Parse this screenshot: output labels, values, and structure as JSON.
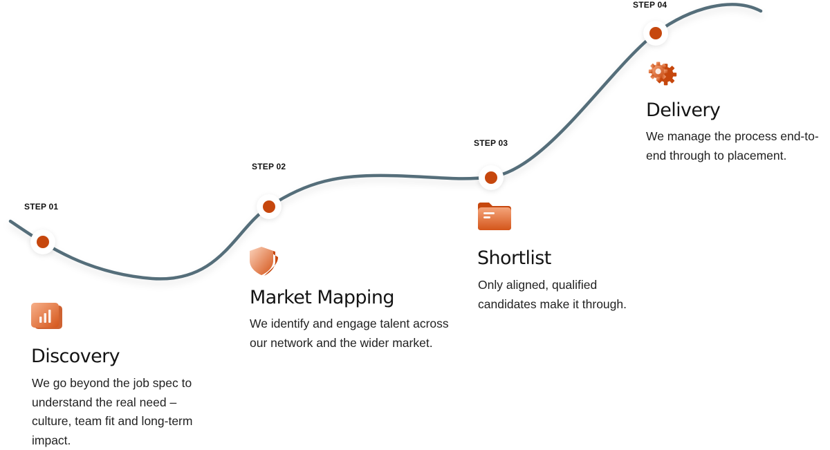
{
  "steps": [
    {
      "label": "STEP 01",
      "title": "Discovery",
      "description": "We go beyond the job spec to understand the real need – culture, team fit and long-term impact.",
      "icon": "bar-chart-icon"
    },
    {
      "label": "STEP 02",
      "title": "Market Mapping",
      "description": "We identify and engage talent across our network and the wider market.",
      "icon": "shield-icon"
    },
    {
      "label": "STEP 03",
      "title": "Shortlist",
      "description": "Only aligned, qualified candidates make it through.",
      "icon": "folder-icon"
    },
    {
      "label": "STEP 04",
      "title": "Delivery",
      "description": "We manage the process end-to-end through to placement.",
      "icon": "gear-icon"
    }
  ],
  "colors": {
    "path": "#546e7a",
    "accent": "#c6470d",
    "icon_light": "#f2a173",
    "icon_dark": "#d4551a"
  }
}
